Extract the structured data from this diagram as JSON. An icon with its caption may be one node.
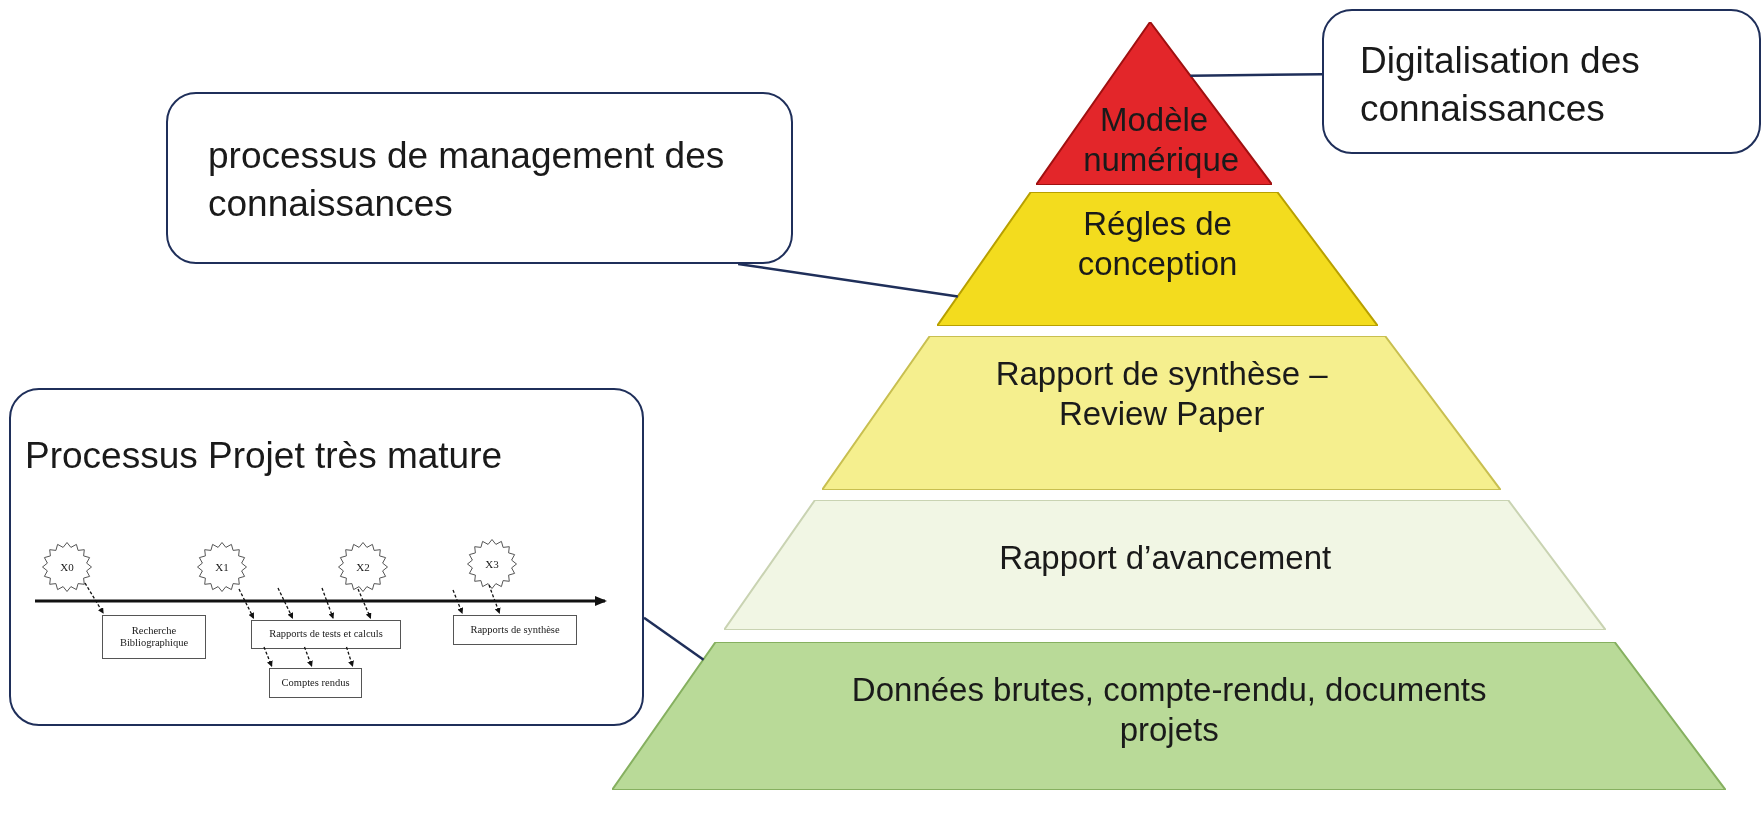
{
  "diagram": {
    "nodes": [
      {
        "text": [
          "Modèle numérique"
        ]
      },
      {
        "text": [
          "Digitalisation des connaissances"
        ]
      },
      {
        "text": [
          "processus de management des connaissances"
        ]
      },
      {
        "text": [
          "Régles de conception"
        ]
      },
      {
        "text": [
          "Rapport de synthèse – Review Paper"
        ]
      },
      {
        "text": [
          "Processus Projet très mature"
        ]
      },
      {
        "text": [
          "X0"
        ],
        "in": 5
      },
      {
        "text": [
          "X1"
        ],
        "in": 5
      },
      {
        "text": [
          "X2"
        ],
        "in": 5
      },
      {
        "text": [
          "X3"
        ],
        "in": 5
      },
      {
        "text": [
          "Recherche Bibliographique"
        ],
        "in": 5
      },
      {
        "text": [
          "Rapports de tests et calculs"
        ],
        "in": 5
      },
      {
        "text": [
          "Rapports de synthèse"
        ],
        "in": 5
      },
      {
        "text": [
          "Comptes rendus"
        ],
        "in": 5
      },
      {
        "text": [
          "Rapport d’avancement"
        ]
      },
      {
        "text": [
          "Données brutes, compte-rendu, documents projets"
        ]
      }
    ],
    "edges": [
      {
        "from": 1,
        "to": 0,
        "arrow": "none"
      },
      {
        "from": 2,
        "to": 3,
        "arrow": "none"
      },
      {
        "from": 5,
        "to": 15,
        "arrow": "none"
      },
      {
        "from": 6,
        "to": 10,
        "arrow": "to",
        "style": "dashed"
      },
      {
        "from": 7,
        "to": 11,
        "arrow": "to",
        "style": "dashed"
      },
      {
        "from": null,
        "to": 11,
        "arrow": "to",
        "style": "dashed"
      },
      {
        "from": null,
        "to": 11,
        "arrow": "to",
        "style": "dashed"
      },
      {
        "from": 8,
        "to": 11,
        "arrow": "to",
        "style": "dashed"
      },
      {
        "from": null,
        "to": 12,
        "arrow": "to",
        "style": "dashed"
      },
      {
        "from": 9,
        "to": 12,
        "arrow": "to",
        "style": "dashed"
      },
      {
        "from": 11,
        "to": 13,
        "arrow": "to",
        "style": "dashed"
      },
      {
        "from": 11,
        "to": 13,
        "arrow": "to",
        "style": "dashed"
      },
      {
        "from": 11,
        "to": 13,
        "arrow": "to",
        "style": "dashed"
      }
    ]
  }
}
